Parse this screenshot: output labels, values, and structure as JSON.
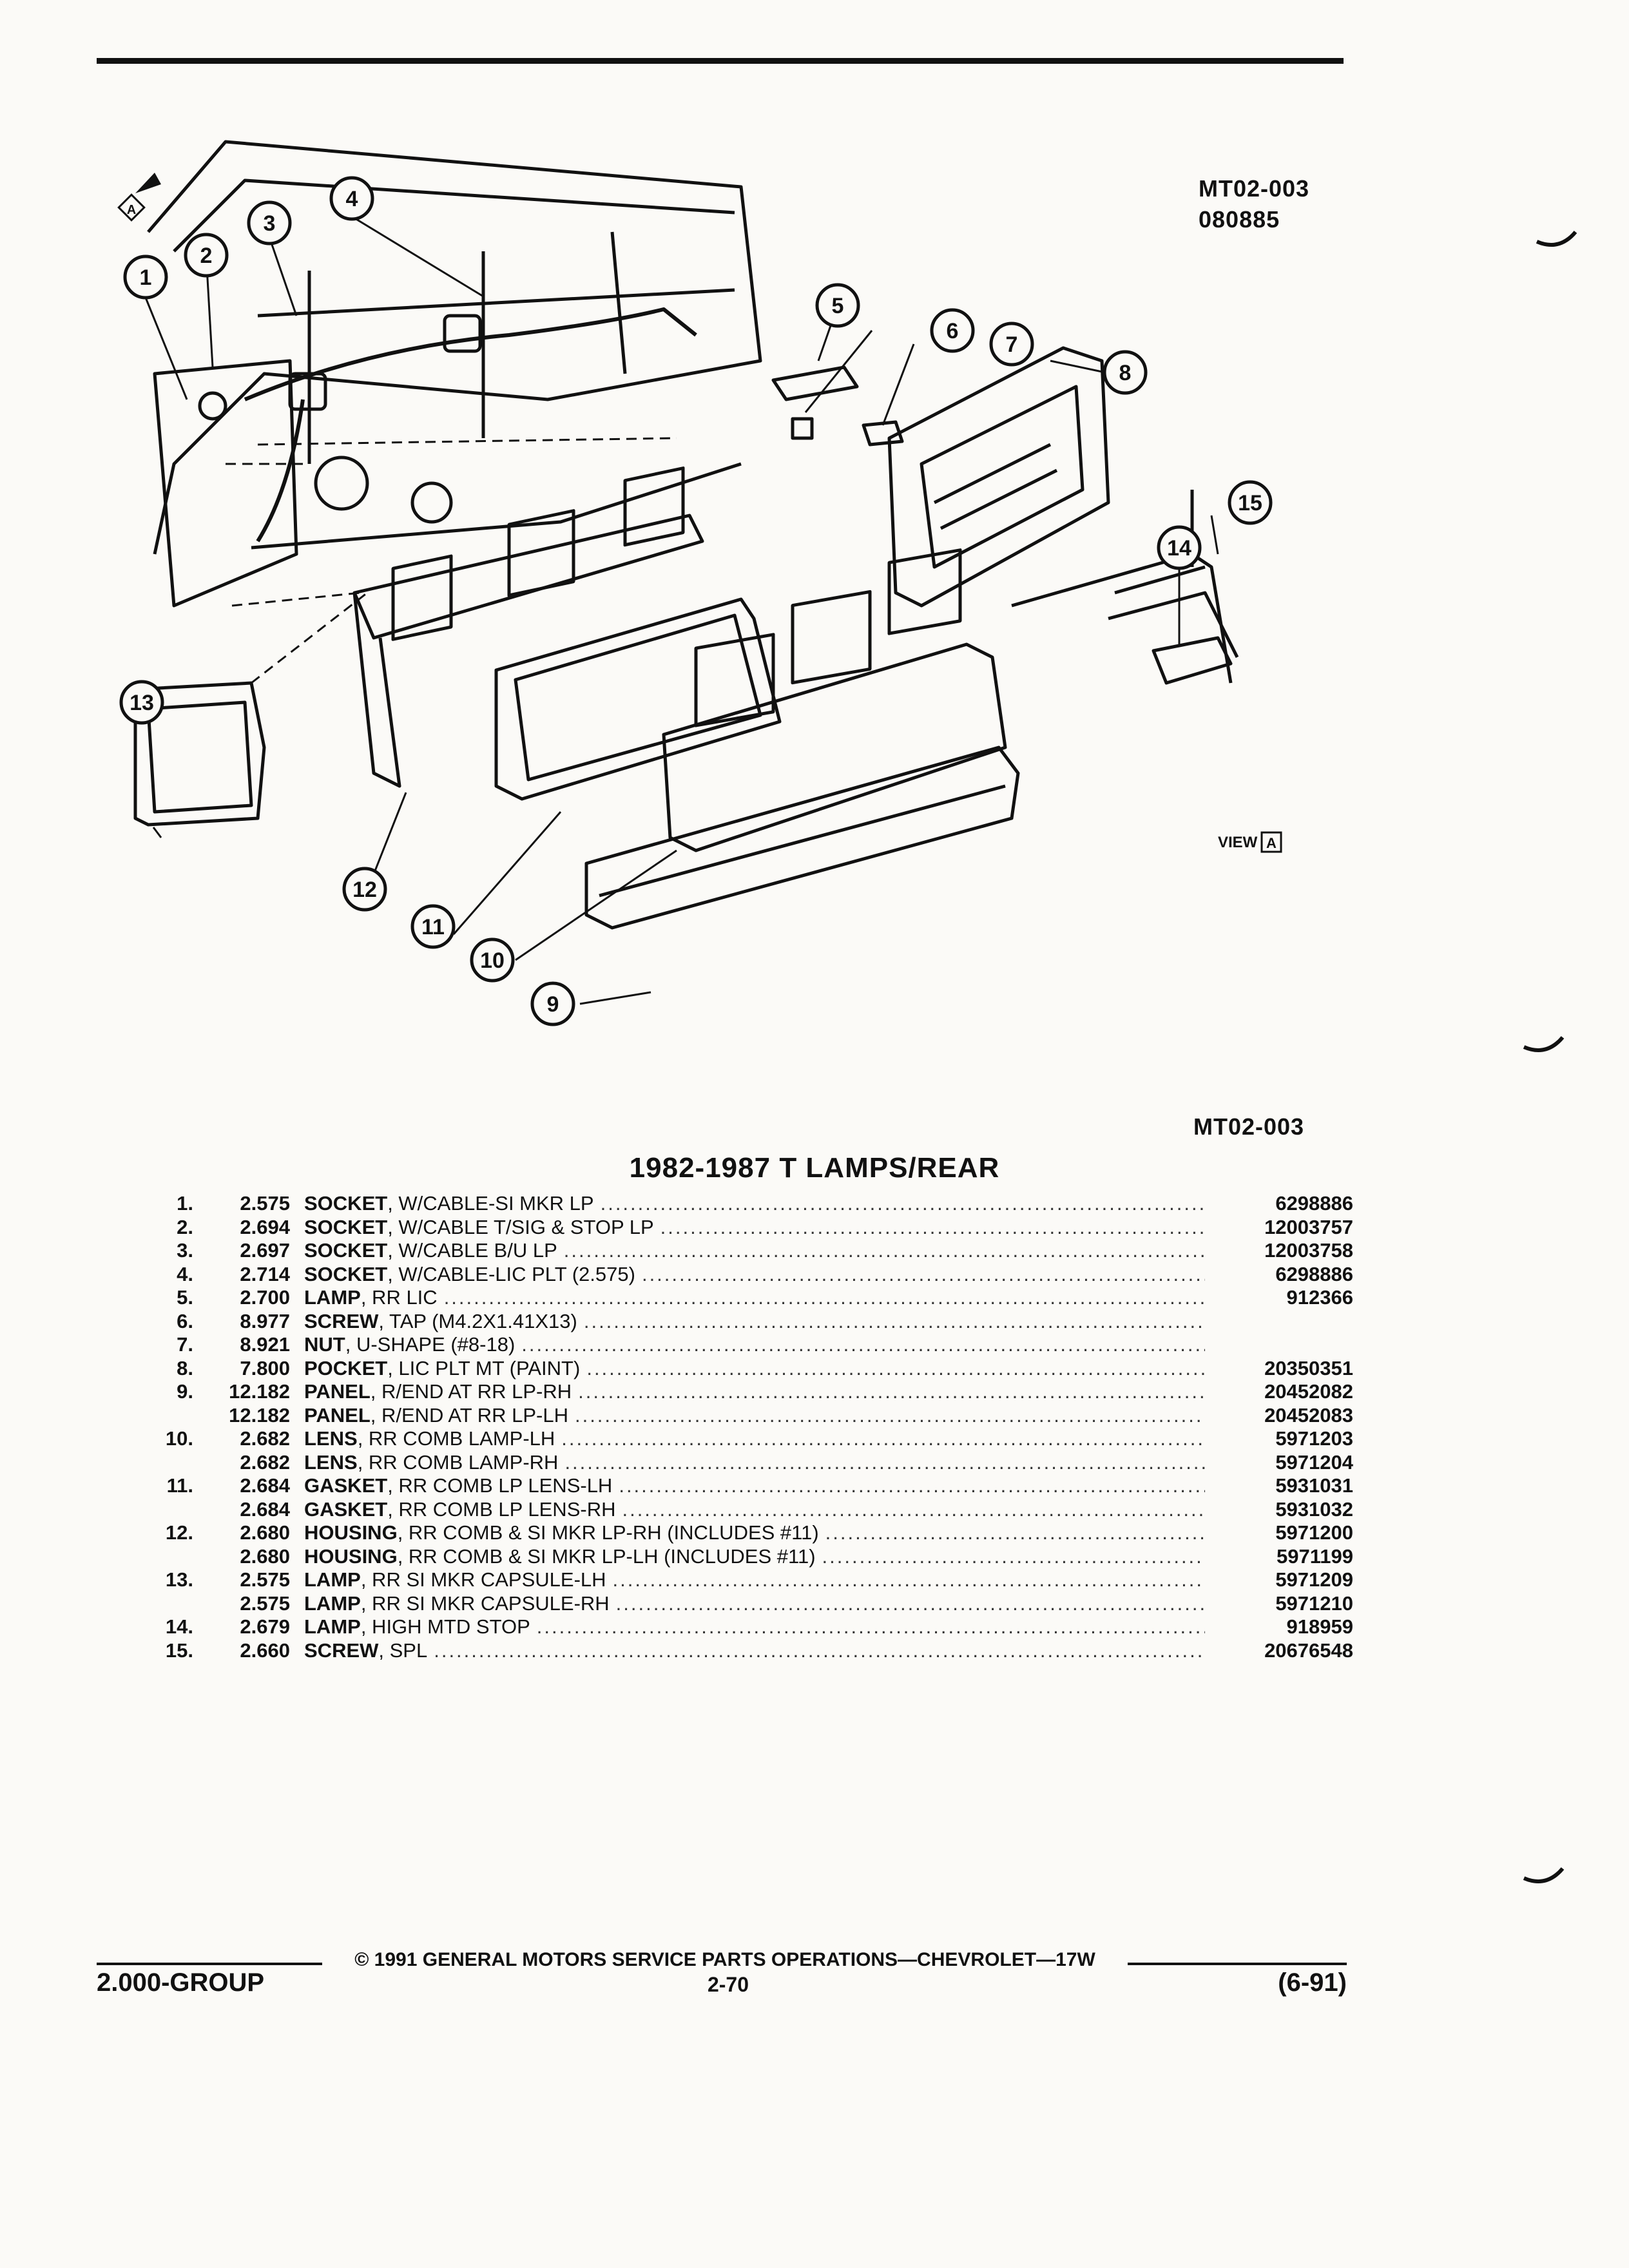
{
  "figure": {
    "id_top": "MT02-003",
    "date": "080885",
    "id_bottom": "MT02-003",
    "view_label": "VIEW",
    "view_letter": "A"
  },
  "callouts": [
    "1",
    "2",
    "3",
    "4",
    "5",
    "6",
    "7",
    "8",
    "9",
    "10",
    "11",
    "12",
    "13",
    "14",
    "15"
  ],
  "section_title": "1982-1987 T LAMPS/REAR",
  "parts": [
    {
      "no": "1.",
      "ref": "2.575",
      "name": "SOCKET",
      "desc": ", W/CABLE-SI MKR LP",
      "pn": "6298886"
    },
    {
      "no": "2.",
      "ref": "2.694",
      "name": "SOCKET",
      "desc": ", W/CABLE T/SIG & STOP LP",
      "pn": "12003757"
    },
    {
      "no": "3.",
      "ref": "2.697",
      "name": "SOCKET",
      "desc": ", W/CABLE B/U LP",
      "pn": "12003758"
    },
    {
      "no": "4.",
      "ref": "2.714",
      "name": "SOCKET",
      "desc": ", W/CABLE-LIC PLT (2.575)",
      "pn": "6298886"
    },
    {
      "no": "5.",
      "ref": "2.700",
      "name": "LAMP",
      "desc": ", RR LIC",
      "pn": "912366"
    },
    {
      "no": "6.",
      "ref": "8.977",
      "name": "SCREW",
      "desc": ", TAP (M4.2X1.41X13)",
      "pn": ""
    },
    {
      "no": "7.",
      "ref": "8.921",
      "name": "NUT",
      "desc": ", U-SHAPE (#8-18)",
      "pn": ""
    },
    {
      "no": "8.",
      "ref": "7.800",
      "name": "POCKET",
      "desc": ", LIC PLT MT (PAINT)",
      "pn": "20350351"
    },
    {
      "no": "9.",
      "ref": "12.182",
      "name": "PANEL",
      "desc": ", R/END AT RR LP-RH",
      "pn": "20452082"
    },
    {
      "no": "",
      "ref": "12.182",
      "name": "PANEL",
      "desc": ", R/END AT RR LP-LH",
      "pn": "20452083"
    },
    {
      "no": "10.",
      "ref": "2.682",
      "name": "LENS",
      "desc": ", RR COMB LAMP-LH",
      "pn": "5971203"
    },
    {
      "no": "",
      "ref": "2.682",
      "name": "LENS",
      "desc": ", RR COMB LAMP-RH",
      "pn": "5971204"
    },
    {
      "no": "11.",
      "ref": "2.684",
      "name": "GASKET",
      "desc": ", RR COMB LP LENS-LH",
      "pn": "5931031"
    },
    {
      "no": "",
      "ref": "2.684",
      "name": "GASKET",
      "desc": ", RR COMB LP LENS-RH",
      "pn": "5931032"
    },
    {
      "no": "12.",
      "ref": "2.680",
      "name": "HOUSING",
      "desc": ", RR COMB & SI MKR LP-RH (INCLUDES #11)",
      "pn": "5971200"
    },
    {
      "no": "",
      "ref": "2.680",
      "name": "HOUSING",
      "desc": ", RR COMB & SI MKR LP-LH (INCLUDES #11)",
      "pn": "5971199"
    },
    {
      "no": "13.",
      "ref": "2.575",
      "name": "LAMP",
      "desc": ", RR SI MKR CAPSULE-LH",
      "pn": "5971209"
    },
    {
      "no": "",
      "ref": "2.575",
      "name": "LAMP",
      "desc": ", RR SI MKR CAPSULE-RH",
      "pn": "5971210"
    },
    {
      "no": "14.",
      "ref": "2.679",
      "name": "LAMP",
      "desc": ", HIGH MTD STOP",
      "pn": "918959"
    },
    {
      "no": "15.",
      "ref": "2.660",
      "name": "SCREW",
      "desc": ", SPL",
      "pn": "20676548"
    }
  ],
  "footer": {
    "copyright": "© 1991 GENERAL MOTORS SERVICE PARTS OPERATIONS—CHEVROLET—17W",
    "group": "2.000-GROUP",
    "page": "2-70",
    "revision": "(6-91)"
  }
}
